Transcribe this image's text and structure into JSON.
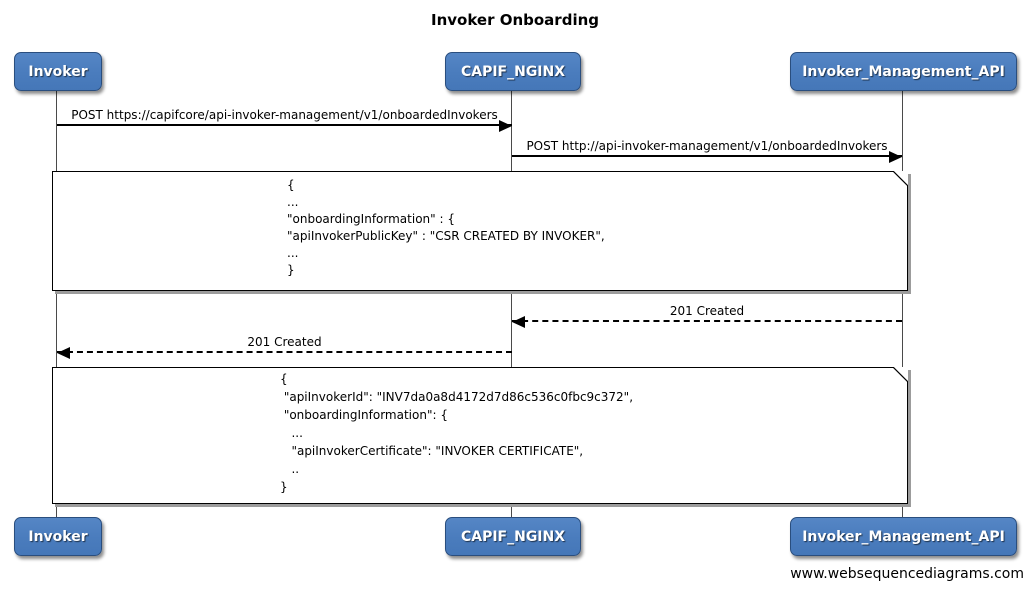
{
  "title": "Invoker Onboarding",
  "watermark": "www.websequencediagrams.com",
  "actors": {
    "invoker": "Invoker",
    "capif_nginx": "CAPIF_NGINX",
    "invoker_management_api": "Invoker_Management_API"
  },
  "messages": [
    {
      "label": "POST https://capifcore/api-invoker-management/v1/onboardedInvokers",
      "from": "Invoker",
      "to": "CAPIF_NGINX",
      "line": "solid"
    },
    {
      "label": "POST http://api-invoker-management/v1/onboardedInvokers",
      "from": "CAPIF_NGINX",
      "to": "Invoker_Management_API",
      "line": "solid"
    },
    {
      "label": "201 Created",
      "from": "Invoker_Management_API",
      "to": "CAPIF_NGINX",
      "line": "dashed"
    },
    {
      "label": "201 Created",
      "from": "CAPIF_NGINX",
      "to": "Invoker",
      "line": "dashed"
    }
  ],
  "notes": [
    {
      "lines": [
        "{",
        "...",
        "\"onboardingInformation\" : {",
        "\"apiInvokerPublicKey\" : \"CSR CREATED BY INVOKER\",",
        "...",
        "}"
      ]
    },
    {
      "lines": [
        "{",
        " \"apiInvokerId\": \"INV7da0a8d4172d7d86c536c0fbc9c372\",",
        " \"onboardingInformation\": {",
        "   ...",
        "   \"apiInvokerCertificate\": \"INVOKER CERTIFICATE\",",
        "   ..",
        "}"
      ]
    }
  ],
  "colors": {
    "actor_fill": "#4a7cbd",
    "actor_border": "#2a4e7e",
    "actor_text": "#ffffff",
    "line": "#000000",
    "note_fill": "#ffffff",
    "shadow": "#9c9c9c",
    "background": "#ffffff"
  }
}
